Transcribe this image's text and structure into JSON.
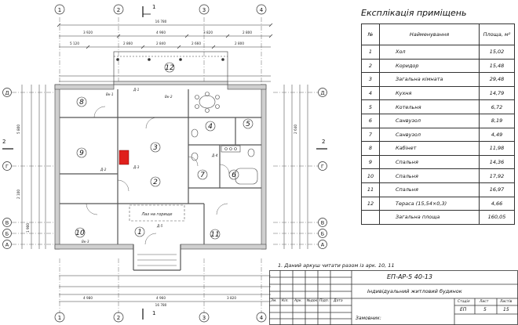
{
  "explication": {
    "title": "Експлікація приміщень",
    "headers": {
      "num": "№",
      "name": "Найменування",
      "area": "Площа, м²"
    },
    "rooms": [
      {
        "num": "1",
        "name": "Хол",
        "area": "15,02"
      },
      {
        "num": "2",
        "name": "Коридор",
        "area": "15,48"
      },
      {
        "num": "3",
        "name": "Загальна кімната",
        "area": "29,48"
      },
      {
        "num": "4",
        "name": "Кухня",
        "area": "14,79"
      },
      {
        "num": "5",
        "name": "Котельня",
        "area": "6,72"
      },
      {
        "num": "6",
        "name": "Санвузол",
        "area": "8,19"
      },
      {
        "num": "7",
        "name": "Санвузол",
        "area": "4,49"
      },
      {
        "num": "8",
        "name": "Кабінет",
        "area": "11,98"
      },
      {
        "num": "9",
        "name": "Спальня",
        "area": "14,36"
      },
      {
        "num": "10",
        "name": "Спальня",
        "area": "17,92"
      },
      {
        "num": "11",
        "name": "Спальня",
        "area": "16,97"
      },
      {
        "num": "12",
        "name": "Тераса   (15,54×0,3)",
        "area": "4,66"
      }
    ],
    "total": {
      "name": "Загальна площа",
      "area": "160,05"
    }
  },
  "note": "1. Даний аркуш читати разом із арк. 10, 11",
  "stamp": {
    "code": "ЕП-АР-5 40-13",
    "project": "Індивідуальний житловий будинок",
    "headers": [
      "Зм.",
      "Кіл.",
      "Арк.",
      "№док.",
      "Підп.",
      "Дата"
    ],
    "stage_label": "Стадія",
    "sheet_label": "Лист",
    "sheets_label": "Листів",
    "stage": "ЕП",
    "sheet": "5",
    "sheets": "15",
    "customer_label": "Замовник:"
  },
  "plan": {
    "axes_top": [
      "1",
      "2",
      "3",
      "4"
    ],
    "axes_side": [
      "Д",
      "Г",
      "В",
      "Б",
      "А"
    ],
    "section_label": "1",
    "section_side_label": "2",
    "dim_total": "16 780",
    "dims_top": [
      "3 920",
      "4 960",
      "3 820",
      "2 800"
    ],
    "dims_top2": [
      "5 120",
      "2 860",
      "2 840",
      "2 660",
      "2 800"
    ],
    "dims_bottom": [
      "4 980",
      "4 960",
      "3 820"
    ],
    "dims_side": [
      "5 800",
      "2 100",
      "1 900",
      "2 640"
    ],
    "room_labels": [
      "1",
      "2",
      "3",
      "4",
      "5",
      "6",
      "7",
      "8",
      "9",
      "10",
      "11",
      "12"
    ],
    "porch_label": "Лаз на горище",
    "door_tags": [
      "Д-1",
      "Д-2",
      "Д-3",
      "Д-4",
      "Д-5"
    ],
    "window_tags": [
      "Вк-1",
      "Вк-2",
      "Вк-3"
    ]
  }
}
